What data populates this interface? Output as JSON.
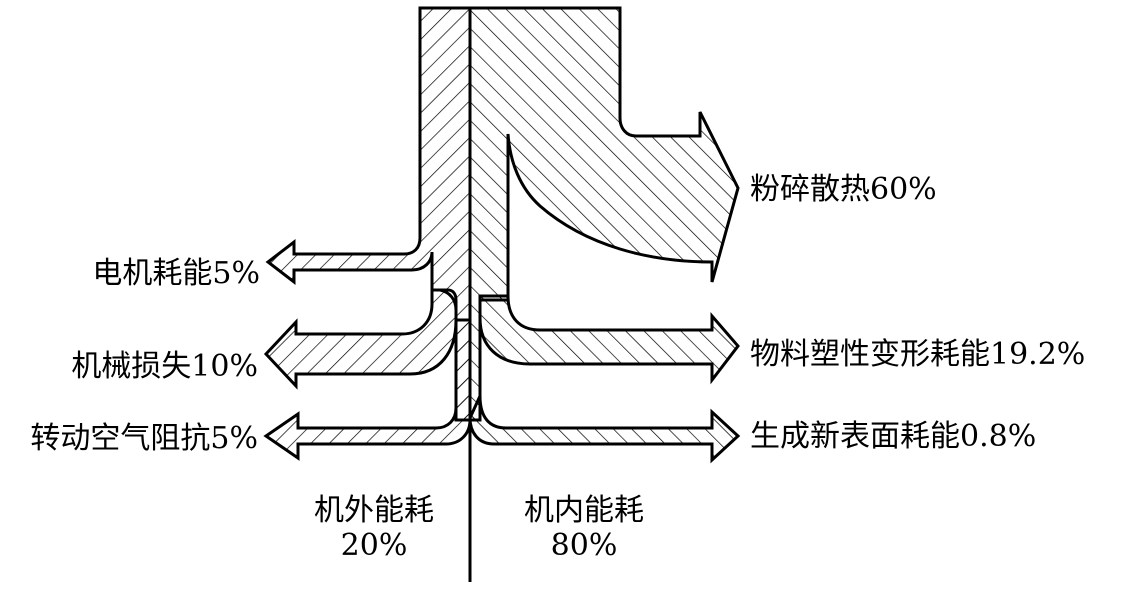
{
  "branches": {
    "motor": {
      "label": "电机耗能5%"
    },
    "mechanical": {
      "label": "机械损失10%"
    },
    "air_resistance": {
      "label": "转动空气阻抗5%"
    },
    "crushing_heat": {
      "label": "粉碎散热60%"
    },
    "plastic_deformation": {
      "label": "物料塑性变形耗能19.2%"
    },
    "new_surface": {
      "label": "生成新表面耗能0.8%"
    }
  },
  "groups": {
    "external": {
      "name": "机外能耗",
      "value": "20%"
    },
    "internal": {
      "name": "机内能耗",
      "value": "80%"
    }
  },
  "colors": {
    "stroke": "#000000",
    "fill": "#ffffff"
  }
}
